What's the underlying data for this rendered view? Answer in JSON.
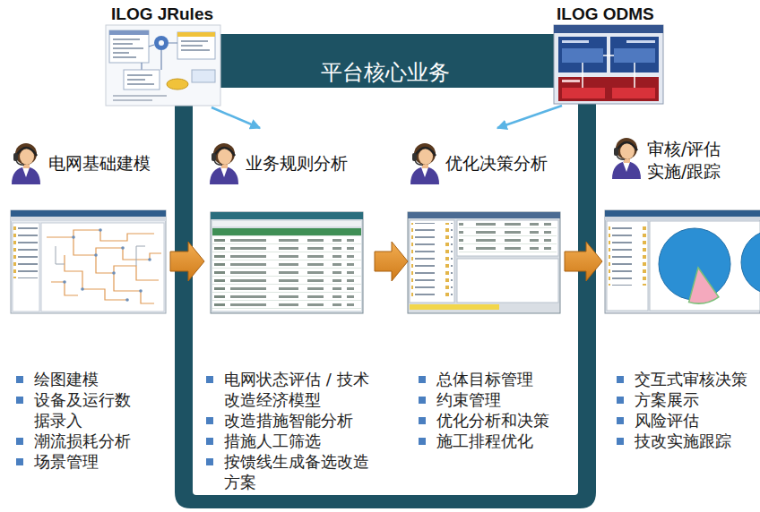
{
  "diagram": {
    "nodes": [
      {
        "text": [
          "ILOG JRules"
        ]
      },
      {
        "text": [
          "ILOG ODMS"
        ]
      },
      {
        "text": [
          "平台核心业务"
        ]
      },
      {
        "text": [
          "电网基础建模",
          "绘图建模",
          "设备及运行数据录入",
          "潮流损耗分析",
          "场景管理"
        ]
      },
      {
        "text": [
          "业务规则分析",
          "电网状态评估 / 技术改造经济模型",
          "改造措施智能分析",
          "措施人工筛选",
          "按馈线生成备选改造方案"
        ],
        "in": 2
      },
      {
        "text": [
          "优化决策分析",
          "总体目标管理",
          "约束管理",
          "优化分析和决策",
          "施工排程优化"
        ],
        "in": 2
      },
      {
        "text": [
          "审核/评估 实施/跟踪",
          "交互式审核决策",
          "方案展示",
          "风险评估",
          "技改实施跟踪"
        ]
      }
    ],
    "edges": [
      {
        "from": 0,
        "to": 4,
        "arrow": "to"
      },
      {
        "from": 1,
        "to": 5,
        "arrow": "to"
      },
      {
        "from": 3,
        "to": 4,
        "arrow": "to"
      },
      {
        "from": 4,
        "to": 5,
        "arrow": "to"
      },
      {
        "from": 5,
        "to": 6,
        "arrow": "to"
      }
    ]
  }
}
